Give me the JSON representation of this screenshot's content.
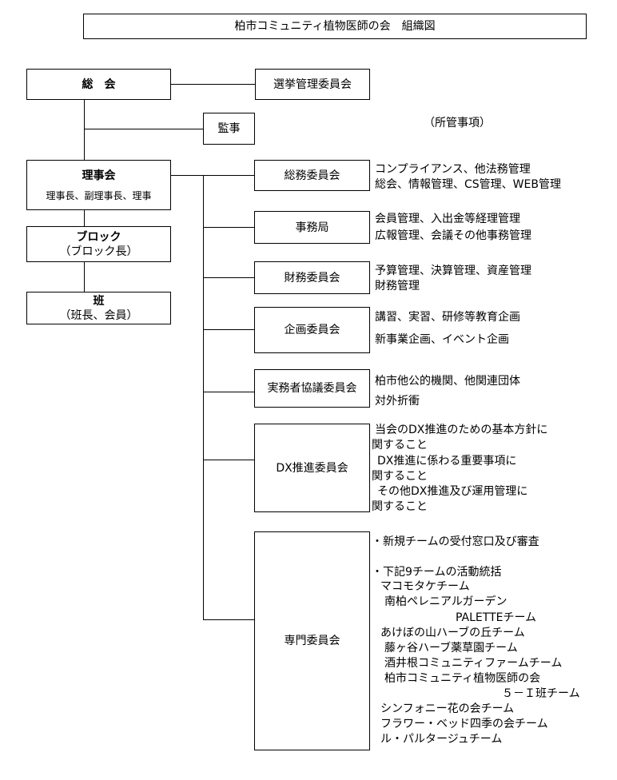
{
  "title": "柏市コミュニティ植物医師の会　組織図",
  "jurisdiction_label": "（所管事項）",
  "nodes": {
    "soukai": "総　会",
    "senkyo": "選挙管理委員会",
    "kanji": "監事",
    "rijikai": "理事会",
    "rijikai_sub": "理事長、副理事長、理事",
    "block": "ブロック",
    "block_sub": "（ブロック長）",
    "han": "班",
    "han_sub": "（班長、会員）",
    "soumu": "総務委員会",
    "jimukyoku": "事務局",
    "zaimu": "財務委員会",
    "kikaku": "企画委員会",
    "jitsumu": "実務者協議委員会",
    "dx": "DX推進委員会",
    "senmon": "専門委員会"
  },
  "duties": {
    "soumu": [
      "コンプライアンス、他法務管理",
      "総会、情報管理、CS管理、WEB管理"
    ],
    "jimukyoku": [
      "会員管理、入出金等経理管理",
      "広報管理、会議その他事務管理"
    ],
    "zaimu": [
      "予算管理、決算管理、資産管理",
      "財務管理"
    ],
    "kikaku": [
      "講習、実習、研修等教育企画",
      "新事業企画、イベント企画"
    ],
    "jitsumu": [
      "柏市他公的機関、他関連団体",
      "対外折衝"
    ],
    "dx": [
      "当会のDX推進のための基本方針に",
      "関すること",
      "DX推進に係わる重要事項に",
      "関すること",
      "その他DX推進及び運用管理に",
      "関すること"
    ],
    "senmon": [
      "・新規チームの受付窓口及び審査",
      "・下記9チームの活動統括",
      "マコモタケチーム",
      "南柏ペレニアルガーデン",
      "PALETTEチーム",
      "あけぼの山ハーブの丘チーム",
      "藤ヶ谷ハーブ薬草園チーム",
      "酒井根コミュニティファームチーム",
      "柏市コミュニティ植物医師の会",
      "５－Ｉ班チーム",
      "シンフォニー花の会チーム",
      "フラワー・ベッド四季の会チーム",
      "ル・パルタージュチーム"
    ]
  }
}
